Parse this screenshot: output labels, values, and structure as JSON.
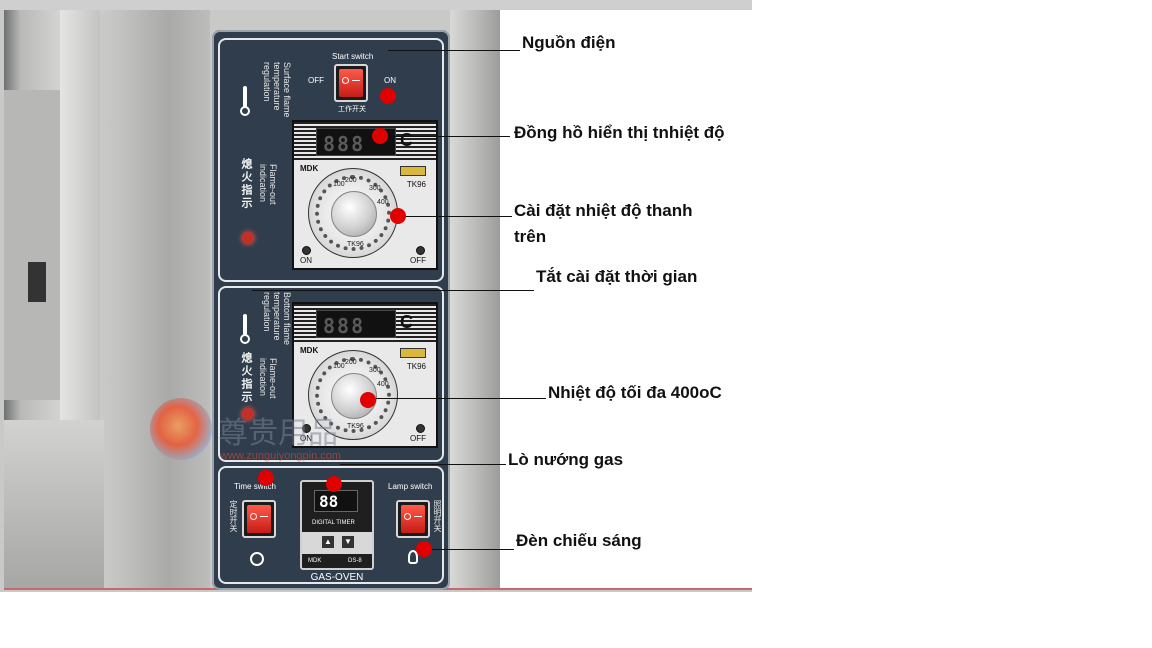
{
  "panel": {
    "start_switch_title": "Start switch",
    "start_switch_cn": "工作开关",
    "off_label": "OFF",
    "on_label": "ON",
    "surface_flame_label": "Surface flame temperature regulation",
    "bottom_flame_label": "Bottom flame temperature regulation",
    "flame_out_label": "Flame-out indication",
    "flame_out_cn": "熄火指示",
    "controller_brand": "MDK",
    "controller_model": "TK96",
    "dial_model": "TK96",
    "display_text": "888",
    "temperature_unit": "C",
    "dial_numbers": [
      "100",
      "200",
      "300",
      "400"
    ],
    "controller_on": "ON",
    "controller_off": "OFF",
    "time_switch_title": "Time switch",
    "time_switch_cn": "定时开关",
    "lamp_switch_title": "Lamp switch",
    "lamp_switch_cn": "照明开关",
    "timer_display": "88",
    "timer_label": "DIGITAL TIMER",
    "timer_brand": "MDK",
    "timer_model": "DS-8",
    "oven_label": "GAS-OVEN"
  },
  "watermark": {
    "text": "尊贵用品",
    "sub": "www.zunguiyongpin.com"
  },
  "annotations": [
    {
      "label": "Nguồn điện"
    },
    {
      "label": "Đồng hồ hiển thị tnhiệt độ"
    },
    {
      "label": "Cài đặt nhiệt độ thanh trên"
    },
    {
      "label": "Tắt cài đặt thời gian"
    },
    {
      "label": "Nhiệt độ tối đa 400oC"
    },
    {
      "label": "Lò nướng gas"
    },
    {
      "label": "Đèn chiếu sáng"
    }
  ],
  "colors": {
    "panel": "#2f3d4c",
    "marker": "#e00000",
    "switch_red": "#e02a22"
  }
}
